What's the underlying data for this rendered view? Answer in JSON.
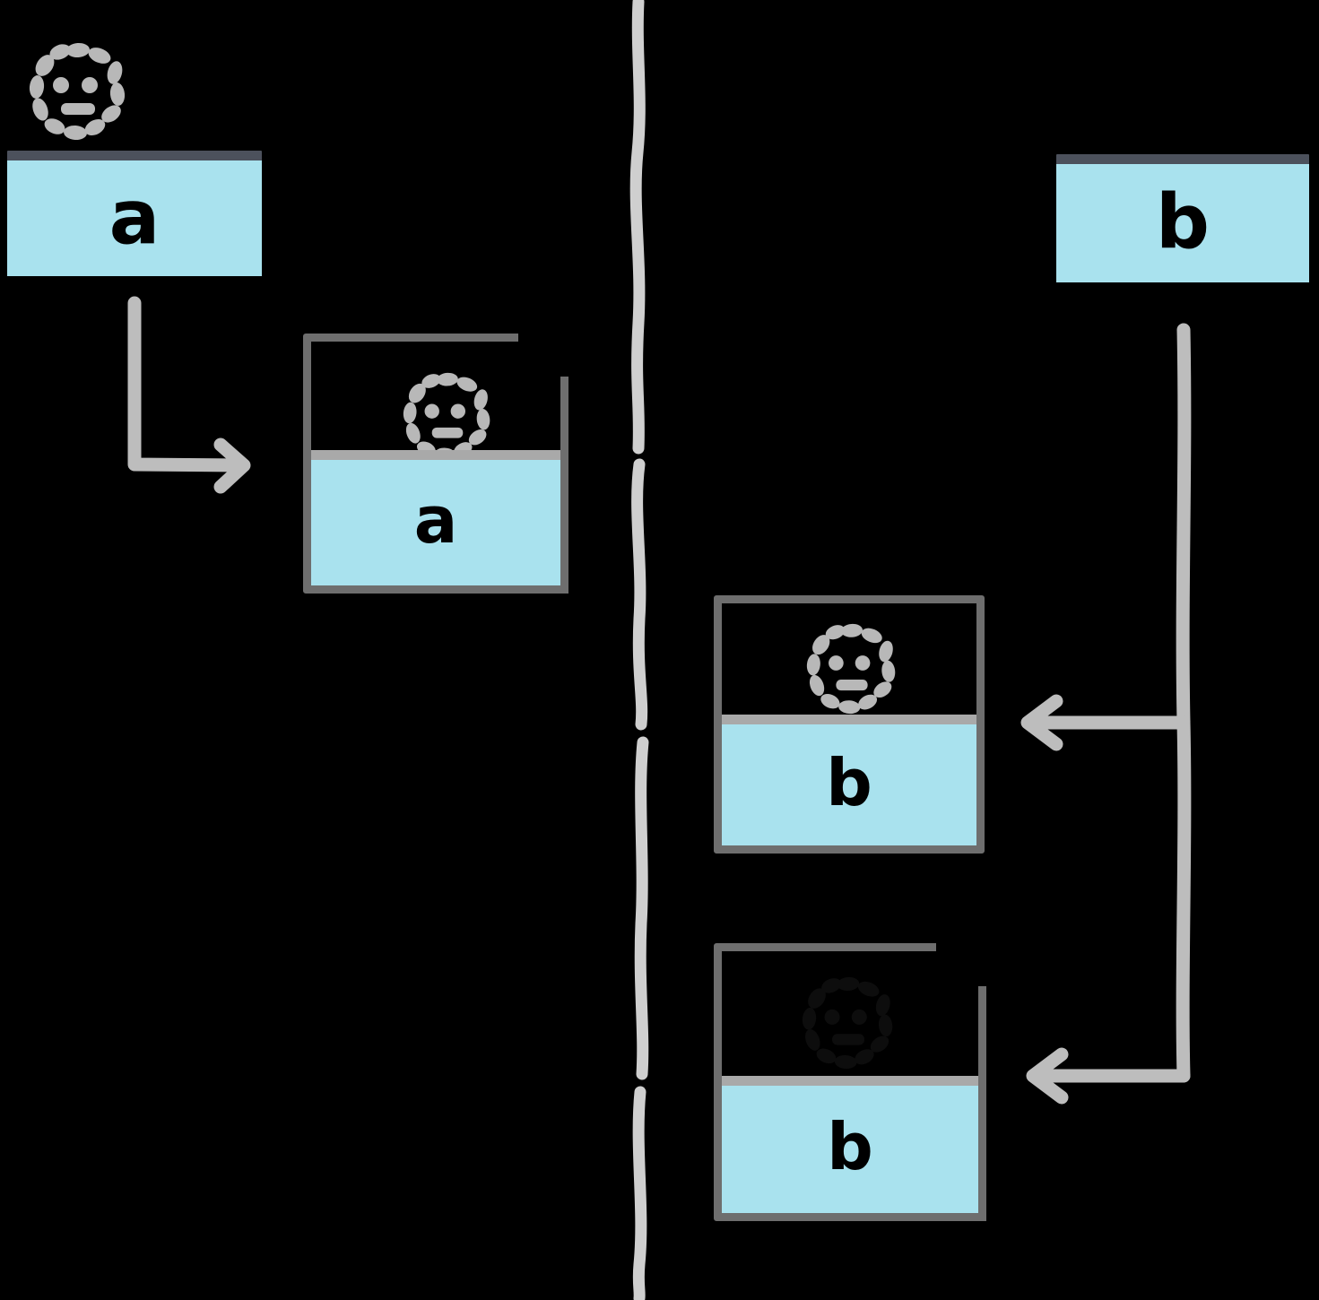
{
  "meta": {
    "background": "#000000",
    "accent_fill": "#a9e2ee",
    "cap_color": "#4c515c",
    "frame_color": "#6e6e6e",
    "separator_color": "#a9a9a9",
    "connector_color": "#bdbdbd",
    "divider_color": "#cfcfcf",
    "dark_text_color": "#0d0d0d"
  },
  "diagram": {
    "title_left": "a",
    "title_right": "b",
    "divider_label": "",
    "left_panel": {
      "source_box": {
        "label": "a",
        "caption": "",
        "icon": "dotted-face-icon"
      },
      "target_card": {
        "label": "a",
        "icon": "dotted-face-icon",
        "notched": true
      }
    },
    "right_panel": {
      "source_box": {
        "label": "b",
        "caption": "",
        "icon": "dotted-face-icon"
      },
      "target_cards": [
        {
          "label": "b",
          "icon": "dotted-face-icon",
          "notched": false
        },
        {
          "label": "b",
          "icon": "dotted-face-icon",
          "notched": true
        }
      ]
    },
    "connectors": [
      {
        "name": "a-source-to-a-card",
        "direction": "right"
      },
      {
        "name": "b-source-to-b-card-1",
        "direction": "left"
      },
      {
        "name": "b-source-to-b-card-2",
        "direction": "left"
      }
    ]
  }
}
